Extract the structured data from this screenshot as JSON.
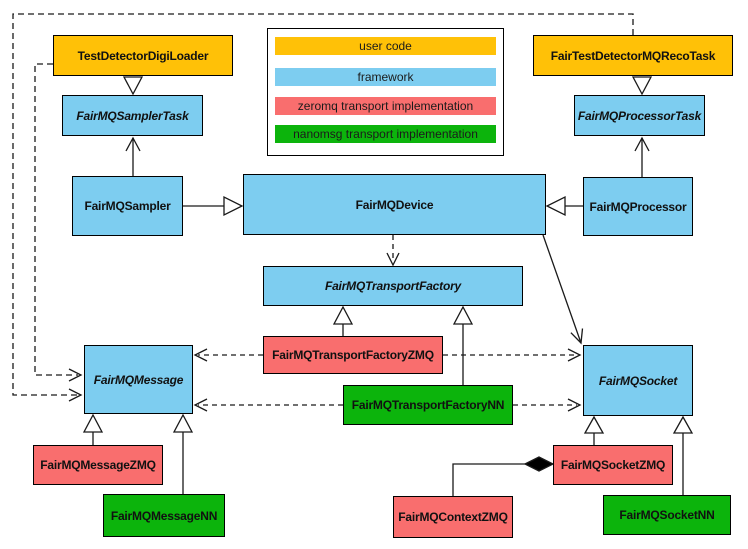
{
  "legend": {
    "items": [
      {
        "label": "user code",
        "color": "#FFC107"
      },
      {
        "label": "framework",
        "color": "#7DCDF0"
      },
      {
        "label": "zeromq transport implementation",
        "color": "#F96E6E"
      },
      {
        "label": "nanomsg transport implementation",
        "color": "#0CB40C"
      }
    ]
  },
  "nodes": {
    "testDetectorDigiLoader": {
      "label": "TestDetectorDigiLoader",
      "category": "user code",
      "abstract": false
    },
    "fairTestDetectorMQRecoTask": {
      "label": "FairTestDetectorMQRecoTask",
      "category": "user code",
      "abstract": false
    },
    "fairMQSamplerTask": {
      "label": "FairMQSamplerTask",
      "category": "framework",
      "abstract": true
    },
    "fairMQProcessorTask": {
      "label": "FairMQProcessorTask",
      "category": "framework",
      "abstract": true
    },
    "fairMQSampler": {
      "label": "FairMQSampler",
      "category": "framework",
      "abstract": false
    },
    "fairMQDevice": {
      "label": "FairMQDevice",
      "category": "framework",
      "abstract": false
    },
    "fairMQProcessor": {
      "label": "FairMQProcessor",
      "category": "framework",
      "abstract": false
    },
    "fairMQTransportFactory": {
      "label": "FairMQTransportFactory",
      "category": "framework",
      "abstract": true
    },
    "fairMQTransportFactoryZMQ": {
      "label": "FairMQTransportFactoryZMQ",
      "category": "zeromq",
      "abstract": false
    },
    "fairMQTransportFactoryNN": {
      "label": "FairMQTransportFactoryNN",
      "category": "nanomsg",
      "abstract": false
    },
    "fairMQMessage": {
      "label": "FairMQMessage",
      "category": "framework",
      "abstract": true
    },
    "fairMQSocket": {
      "label": "FairMQSocket",
      "category": "framework",
      "abstract": true
    },
    "fairMQMessageZMQ": {
      "label": "FairMQMessageZMQ",
      "category": "zeromq",
      "abstract": false
    },
    "fairMQMessageNN": {
      "label": "FairMQMessageNN",
      "category": "nanomsg",
      "abstract": false
    },
    "fairMQSocketZMQ": {
      "label": "FairMQSocketZMQ",
      "category": "zeromq",
      "abstract": false
    },
    "fairMQSocketNN": {
      "label": "FairMQSocketNN",
      "category": "nanomsg",
      "abstract": false
    },
    "fairMQContextZMQ": {
      "label": "FairMQContextZMQ",
      "category": "zeromq",
      "abstract": false
    }
  },
  "edges": [
    {
      "from": "TestDetectorDigiLoader",
      "to": "FairMQSamplerTask",
      "type": "inheritance"
    },
    {
      "from": "FairTestDetectorMQRecoTask",
      "to": "FairMQProcessorTask",
      "type": "inheritance"
    },
    {
      "from": "FairMQSampler",
      "to": "FairMQDevice",
      "type": "inheritance"
    },
    {
      "from": "FairMQProcessor",
      "to": "FairMQDevice",
      "type": "inheritance"
    },
    {
      "from": "FairMQSampler",
      "to": "FairMQSamplerTask",
      "type": "arrow"
    },
    {
      "from": "FairMQProcessor",
      "to": "FairMQProcessorTask",
      "type": "arrow"
    },
    {
      "from": "FairMQDevice",
      "to": "FairMQSocket",
      "type": "arrow"
    },
    {
      "from": "FairMQDevice",
      "to": "FairMQTransportFactory",
      "type": "dashed-dependency"
    },
    {
      "from": "FairMQTransportFactoryZMQ",
      "to": "FairMQTransportFactory",
      "type": "inheritance"
    },
    {
      "from": "FairMQTransportFactoryNN",
      "to": "FairMQTransportFactory",
      "type": "inheritance"
    },
    {
      "from": "FairMQTransportFactoryZMQ",
      "to": "FairMQMessage",
      "type": "dashed-dependency"
    },
    {
      "from": "FairMQTransportFactoryZMQ",
      "to": "FairMQSocket",
      "type": "dashed-dependency"
    },
    {
      "from": "FairMQTransportFactoryNN",
      "to": "FairMQMessage",
      "type": "dashed-dependency"
    },
    {
      "from": "FairMQTransportFactoryNN",
      "to": "FairMQSocket",
      "type": "dashed-dependency"
    },
    {
      "from": "TestDetectorDigiLoader",
      "to": "FairMQMessage",
      "type": "dashed-dependency"
    },
    {
      "from": "FairTestDetectorMQRecoTask",
      "to": "FairMQMessage",
      "type": "dashed-dependency"
    },
    {
      "from": "FairMQMessageZMQ",
      "to": "FairMQMessage",
      "type": "inheritance"
    },
    {
      "from": "FairMQMessageNN",
      "to": "FairMQMessage",
      "type": "inheritance"
    },
    {
      "from": "FairMQSocketZMQ",
      "to": "FairMQSocket",
      "type": "inheritance"
    },
    {
      "from": "FairMQSocketNN",
      "to": "FairMQSocket",
      "type": "inheritance"
    },
    {
      "from": "FairMQContextZMQ",
      "to": "FairMQSocketZMQ",
      "type": "aggregation"
    }
  ],
  "colors": {
    "user_code": "#FFC107",
    "framework": "#7DCDF0",
    "zeromq": "#F96E6E",
    "nanomsg": "#0CB40C",
    "edge": "#1a1a1a",
    "background": "#ffffff"
  }
}
